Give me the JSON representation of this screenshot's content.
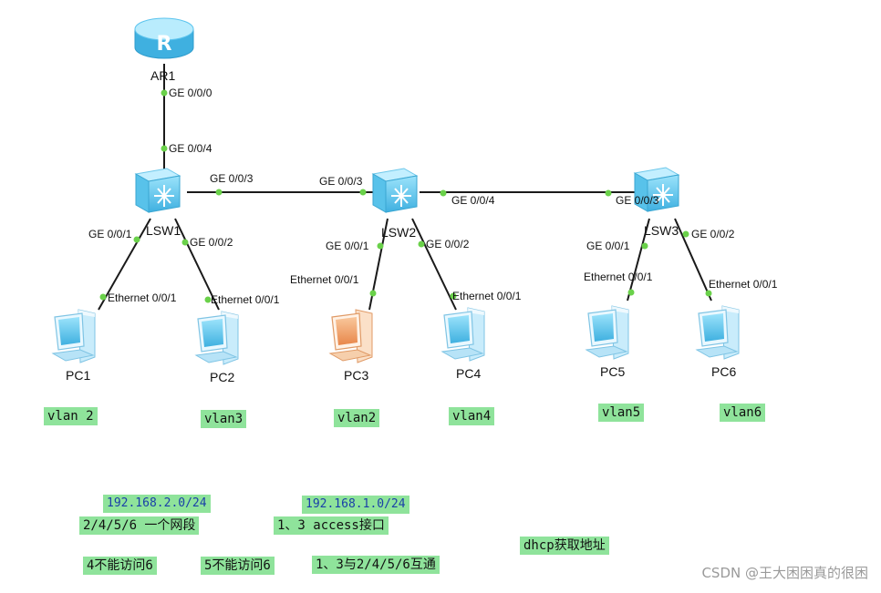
{
  "devices": {
    "ar1": "AR1",
    "lsw1": "LSW1",
    "lsw2": "LSW2",
    "lsw3": "LSW3",
    "pc1": "PC1",
    "pc2": "PC2",
    "pc3": "PC3",
    "pc4": "PC4",
    "pc5": "PC5",
    "pc6": "PC6"
  },
  "ports": {
    "ar1_ge000": "GE 0/0/0",
    "lsw1_ge004": "GE 0/0/4",
    "lsw1_ge003": "GE 0/0/3",
    "lsw2_ge003": "GE 0/0/3",
    "lsw2_ge004": "GE 0/0/4",
    "lsw3_ge003": "GE 0/0/3",
    "lsw1_ge001": "GE 0/0/1",
    "lsw1_ge002": "GE 0/0/2",
    "lsw2_ge001": "GE 0/0/1",
    "lsw2_ge002": "GE 0/0/2",
    "lsw3_ge001": "GE 0/0/1",
    "lsw3_ge002": "GE 0/0/2",
    "pc1_eth": "Ethernet 0/0/1",
    "pc2_eth": "Ethernet 0/0/1",
    "pc3_eth": "Ethernet 0/0/1",
    "pc4_eth": "Ethernet 0/0/1",
    "pc5_eth": "Ethernet 0/0/1",
    "pc6_eth": "Ethernet 0/0/1"
  },
  "vlans": {
    "pc1": "vlan 2",
    "pc2": "vlan3",
    "pc3": "vlan2",
    "pc4": "vlan4",
    "pc5": "vlan5",
    "pc6": "vlan6"
  },
  "notes": {
    "subnet_2": "192.168.2.0/24",
    "subnet_2_desc": "2/4/5/6 一个网段",
    "subnet_1": "192.168.1.0/24",
    "subnet_1_desc": "1、3 access接口",
    "dhcp": "dhcp获取地址",
    "rule_4": "4不能访问6",
    "rule_5": "5不能访问6",
    "rule_13": "1、3与2/4/5/6互通"
  },
  "watermark": "CSDN @王大困困真的很困",
  "colors": {
    "link": "#1a1a1a",
    "port_dot": "#6ad14a",
    "note_bg": "#8fe39b",
    "device_blue": "#5cc4ee",
    "pc_orange": "#f2a066"
  }
}
